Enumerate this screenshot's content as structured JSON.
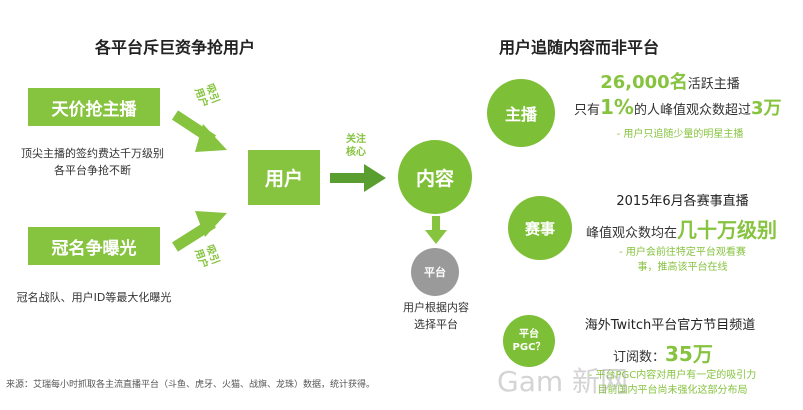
{
  "left_title": "各平台斥巨资争抢用户",
  "right_title": "用户追随内容而非平台",
  "box_top": "天价抢主播",
  "box_top_note_l1": "顶尖主播的签约费达千万级别",
  "box_top_note_l2": "各平台争抢不断",
  "box_bottom": "冠名争曝光",
  "box_bottom_note": "冠名战队、用户ID等最大化曝光",
  "arrow_label_top": "吸引\n用户",
  "arrow_label_bottom": "吸引\n用户",
  "user_box": "用户",
  "focus_label": "关注\n核心",
  "content_circle": "内容",
  "platform_circle": "平台",
  "platform_note_l1": "用户根据内容",
  "platform_note_l2": "选择平台",
  "anchor": {
    "circle": "主播",
    "count": "26,000名",
    "count_suffix": "活跃主播",
    "line2_prefix": "只有",
    "pct": "1%",
    "line2_mid": "的人峰值观众数超过",
    "line2_big": "3万",
    "note": "- 用户只追随少量的明星主播"
  },
  "event": {
    "circle": "赛事",
    "line1": "2015年6月各赛事直播",
    "line2_prefix": "峰值观众数均在",
    "line2_big": "几十万级别",
    "note_l1": "- 用户会前往特定平台观看赛",
    "note_l2": "事，推高该平台在线"
  },
  "pgc": {
    "circle_l1": "平台",
    "circle_l2": "PGC？",
    "line1": "海外Twitch平台官方节目频道",
    "line2_prefix": "订阅数：",
    "line2_big": "35万",
    "note_l1": "- 平台PGC内容对用户有一定的吸引力",
    "note_l2": "目前国内平台尚未强化这部分布局"
  },
  "source": "来源：艾瑞每小时抓取各主流直播平台（斗鱼、虎牙、火猫、战旗、龙珠）数据，统计获得。",
  "watermark": "Gam 新网"
}
